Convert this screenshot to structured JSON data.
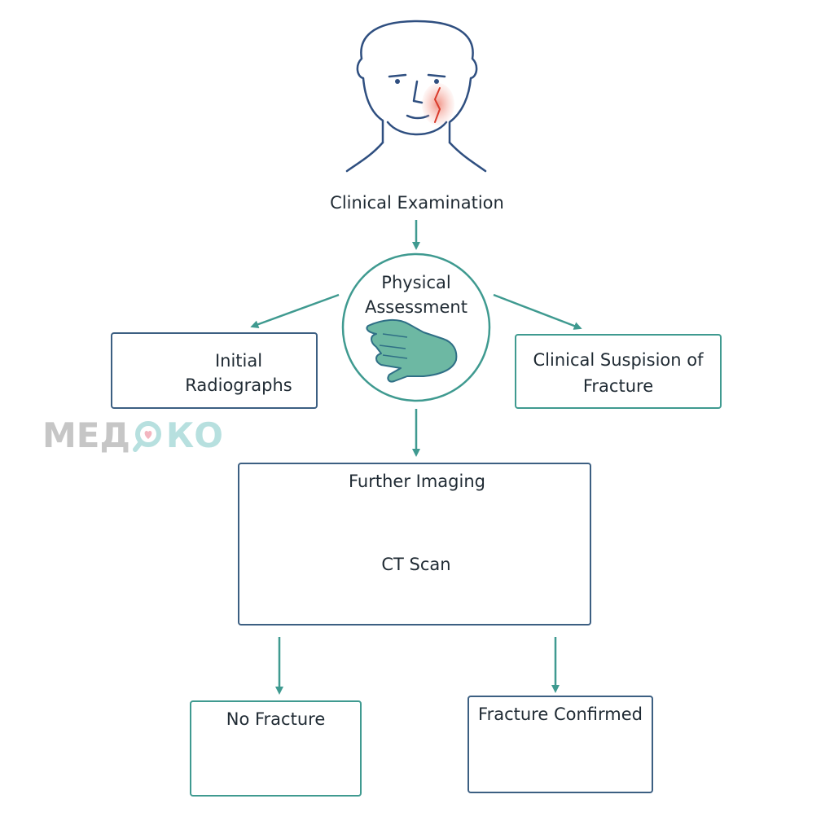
{
  "nodes": {
    "clinical_examination": "Clinical Examination",
    "physical_assessment_line1": "Physical",
    "physical_assessment_line2": "Assessment",
    "initial_radiographs_line1": "Initial",
    "initial_radiographs_line2": "Radiographs",
    "clinical_suspicion_line1": "Clinical Suspision of",
    "clinical_suspicion_line2": "Fracture",
    "further_imaging": "Further Imaging",
    "ct_scan": "CT Scan",
    "no_fracture": "No Fracture",
    "fracture_confirmed": "Fracture Confirmed"
  },
  "icons": {
    "patient_face": "face-with-cheek-injury-icon",
    "hand": "examining-hand-icon",
    "radiographs": "x-ray-films-icon",
    "uncertain": "question-mark-icon",
    "ct_machine": "ct-scanner-icon",
    "ct_head_image": "head-ct-image-icon",
    "healthy_bone": "intact-bone-icon",
    "fractured_bone": "fractured-bone-icon"
  },
  "watermark": {
    "prefix": "МЕД",
    "suffix": "КО"
  },
  "colors": {
    "teal": "#3f9a90",
    "navy": "#3c5f82",
    "injury_red": "#d93a2b",
    "hand_green": "#6db8a3",
    "bone": "#eadfc0",
    "watermark_gray": "#c6c6c6",
    "watermark_teal": "#b7e0df"
  }
}
